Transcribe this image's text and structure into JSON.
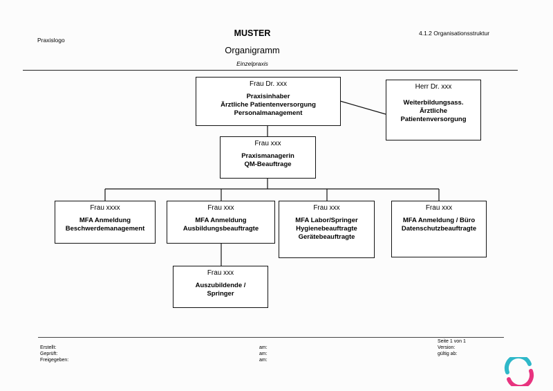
{
  "header": {
    "praxislogo": "Praxislogo",
    "muster": "MUSTER",
    "title": "Organigramm",
    "subtitle": "Einzelpraxis",
    "section": "4.1.2 Organisationsstruktur"
  },
  "org": {
    "owner": {
      "name": "Frau Dr. xxx",
      "role": "Praxisinhaber\nÄrztliche Patientenversorgung\nPersonalmanagement"
    },
    "assistant": {
      "name": "Herr Dr. xxx",
      "role": "Weiterbildungsass.\nÄrztliche\nPatientenversorgung"
    },
    "manager": {
      "name": "Frau xxx",
      "role": "Praxismanagerin\nQM-Beauftrage"
    },
    "staff": [
      {
        "name": "Frau xxxx",
        "role": "MFA Anmeldung\nBeschwerdemanagement"
      },
      {
        "name": "Frau xxx",
        "role": "MFA Anmeldung\nAusbildungsbeauftragte"
      },
      {
        "name": "Frau xxx",
        "role": "MFA Labor/Springer\nHygienebeauftragte\nGerätebeauftragte"
      },
      {
        "name": "Frau xxx",
        "role": "MFA Anmeldung / Büro\nDatenschutzbeauftragte"
      }
    ],
    "trainee": {
      "name": "Frau xxx",
      "role": "Auszubildende /\nSpringer"
    }
  },
  "footer": {
    "erstellt": "Erstellt:",
    "geprueft": "Geprüft:",
    "freigegeben": "Freigegeben:",
    "am1": "am:",
    "am2": "am:",
    "am3": "am:",
    "seite": "Seite 1 von 1",
    "version": "Version:",
    "gueltig": "gültig ab:"
  },
  "colors": {
    "logo_teal": "#2fb8c9",
    "logo_pink": "#e8337f"
  },
  "icons": {
    "logo": "praxis-logo-icon"
  }
}
